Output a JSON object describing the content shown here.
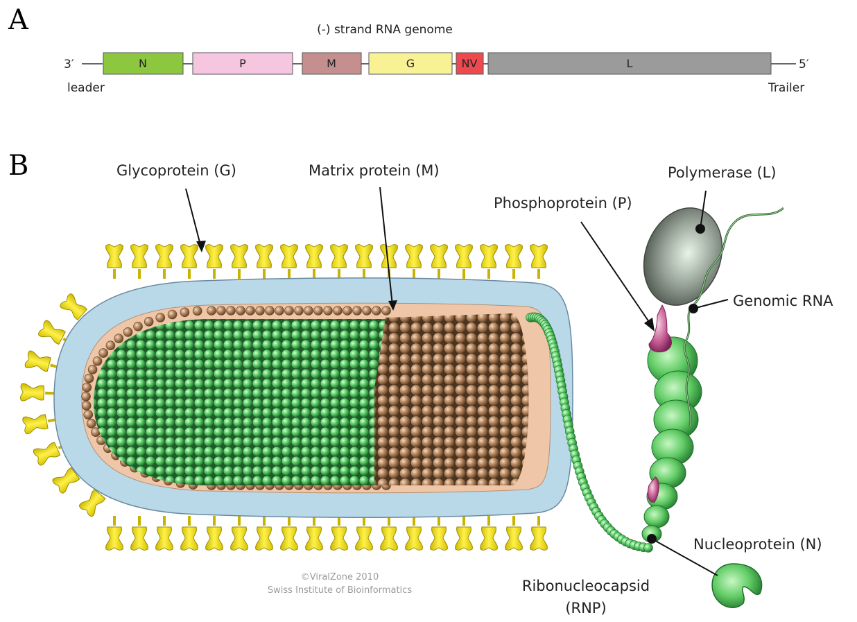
{
  "panel_a": {
    "letter": "A",
    "title": "(-) strand RNA genome",
    "end_3": "3′",
    "end_5": "5′",
    "leader": "leader",
    "trailer": "Trailer",
    "genes": [
      {
        "label": "N",
        "color": "#8dc63f"
      },
      {
        "label": "P",
        "color": "#f6c6e0"
      },
      {
        "label": "M",
        "color": "#c58f8f"
      },
      {
        "label": "G",
        "color": "#f8f294"
      },
      {
        "label": "NV",
        "color": "#ec4a4f"
      },
      {
        "label": "L",
        "color": "#9b9b9b"
      }
    ]
  },
  "panel_b": {
    "letter": "B",
    "labels": {
      "glycoprotein": "Glycoprotein (G)",
      "matrix": "Matrix protein (M)",
      "phosphoprotein": "Phosphoprotein (P)",
      "polymerase": "Polymerase (L)",
      "genomic_rna": "Genomic RNA",
      "nucleoprotein": "Nucleoprotein (N)",
      "rnp_line1": "Ribonucleocapsid",
      "rnp_line2": "(RNP)"
    },
    "credit_line1": "©ViralZone 2010",
    "credit_line2": "Swiss Institute of Bioinformatics",
    "colors": {
      "spike": "#f2e01c",
      "membrane": "#b9d8e8",
      "matrix": "#b98e6a",
      "interior": "#efc7a8",
      "nucleocapsid": "#4cb86a",
      "polymerase": "#8a948a",
      "phospho": "#b6487f"
    }
  }
}
